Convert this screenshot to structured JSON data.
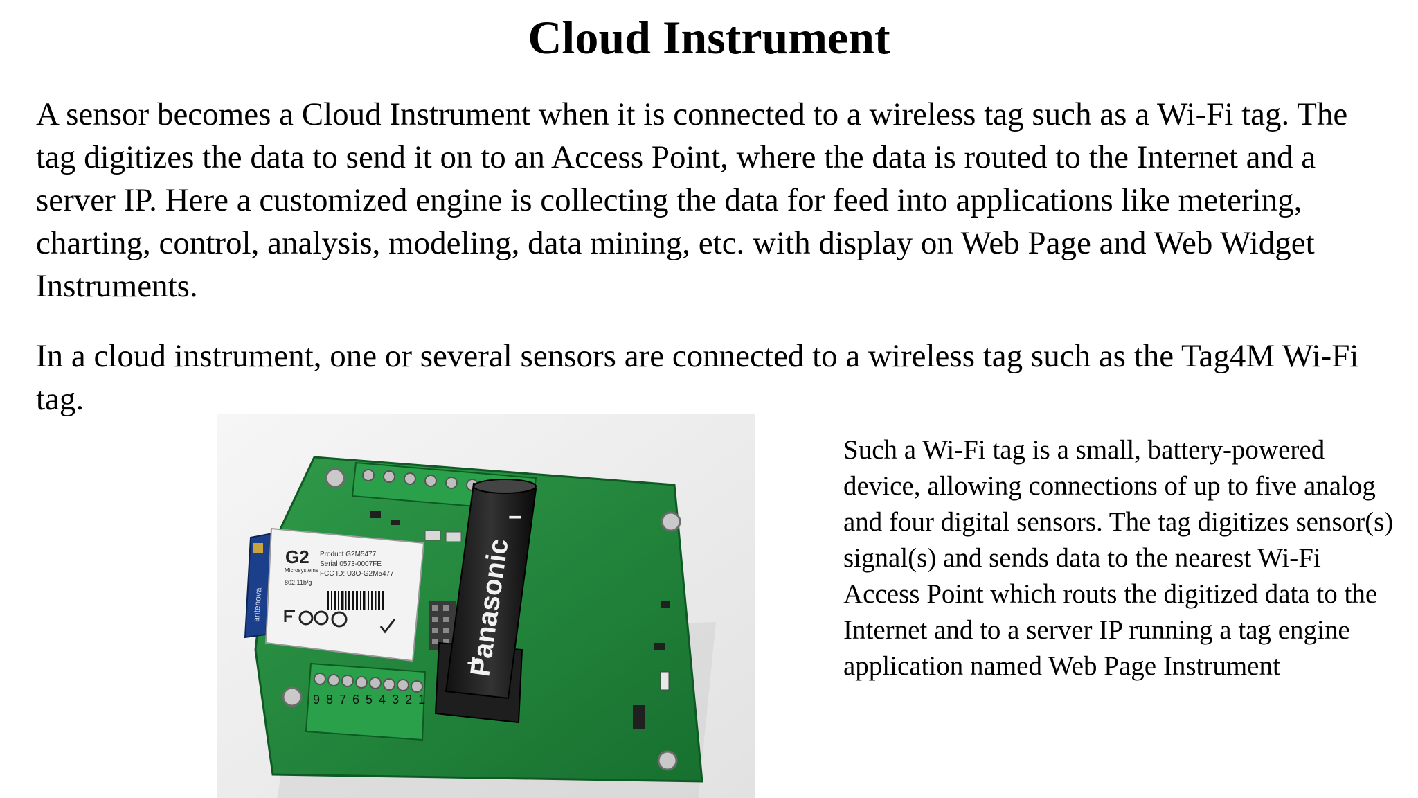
{
  "title": "Cloud Instrument",
  "paragraphs": [
    "A sensor becomes a Cloud Instrument when it is connected to a wireless tag such as a Wi-Fi tag. The tag digitizes the data to send it on to an Access Point, where the data is routed to the Internet and a server IP. Here a customized engine is collecting the data for feed into applications like metering, charting, control, analysis, modeling, data mining, etc. with display on Web Page and Web Widget Instruments.",
    "In a cloud instrument, one or several sensors are connected to a wireless tag such as the Tag4M Wi-Fi tag."
  ],
  "caption": "Such a Wi-Fi tag is a small, battery-powered device, allowing connections of up to five analog and four digital sensors. The tag digitizes sensor(s) signal(s) and sends data to the nearest Wi-Fi Access Point which routs the digitized data to the Internet and to a server IP running a tag engine application named Web Page Instrument",
  "photo": {
    "module_brand": "G2",
    "module_maker": "Microsystems",
    "module_product": "Product G2M5477",
    "module_serial": "Serial 0573-0007FE",
    "module_fcc": "FCC ID: U3O-G2M5477",
    "module_std": "802.11b/g",
    "antenna_label": "antenova",
    "battery_brand": "Panasonic",
    "terminal_numbers": "9 8 7 6 5 4 3 2 1"
  }
}
